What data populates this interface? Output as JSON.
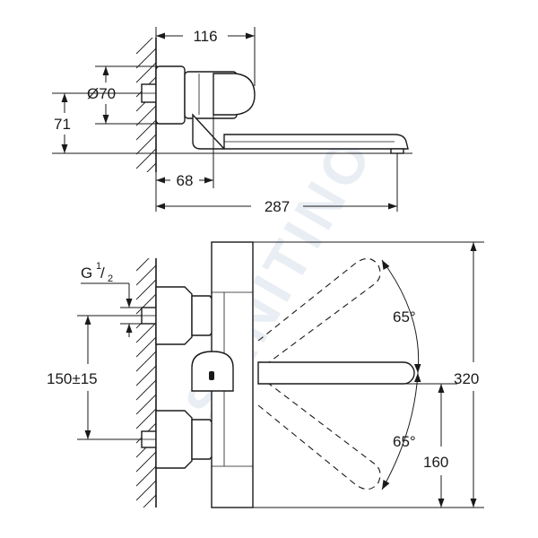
{
  "watermark": "SANITINO",
  "top_view": {
    "dim_width_top": "116",
    "dim_diameter": "Ø70",
    "dim_height": "71",
    "dim_offset": "68",
    "dim_total_length": "287"
  },
  "front_view": {
    "thread_label_main": "G",
    "thread_label_num": "1",
    "thread_label_den": "2",
    "dim_inlet_spacing": "150±15",
    "angle_upper": "65°",
    "angle_lower": "65°",
    "dim_total_height": "320",
    "dim_spout_height": "160"
  }
}
